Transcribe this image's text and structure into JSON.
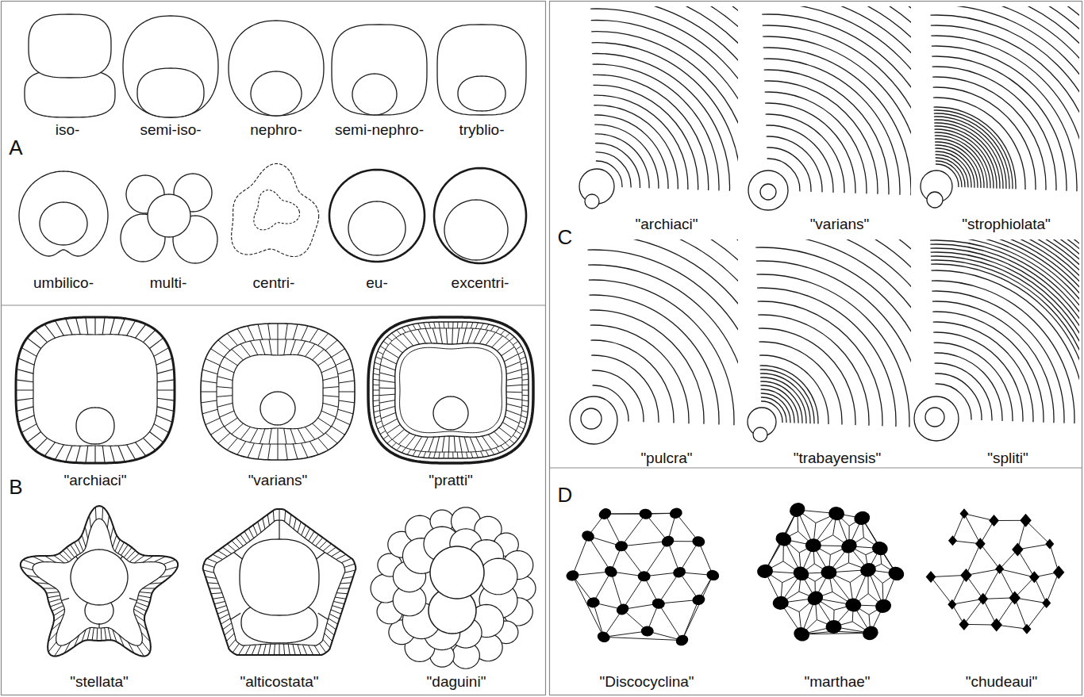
{
  "diagram": {
    "labels": [
      "A",
      "iso-",
      "semi-iso-",
      "nephro-",
      "semi-nephro-",
      "tryblio-",
      "umbilico-",
      "multi-",
      "centri-",
      "eu-",
      "excentri-",
      "B",
      "\"archiaci\"",
      "\"varians\"",
      "\"pratti\"",
      "\"stellata\"",
      "\"alticostata\"",
      "\"daguini\"",
      "C",
      "\"archiaci\"",
      "\"varians\"",
      "\"strophiolata\"",
      "\"pulcra\"",
      "\"trabayensis\"",
      "\"spliti\"",
      "D",
      "\"Discocyclina\"",
      "\"marthae\"",
      "\"chudeaui\""
    ]
  }
}
